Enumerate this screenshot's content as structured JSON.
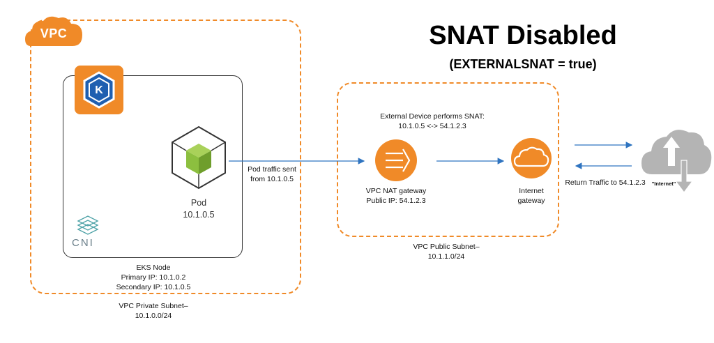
{
  "title": "SNAT Disabled",
  "subtitle": "(EXTERNALSNAT = true)",
  "vpc": {
    "label": "VPC"
  },
  "eks_node": {
    "name": "EKS Node",
    "primary_ip": "Primary IP: 10.1.0.2",
    "secondary_ip": "Secondary IP: 10.1.0.5"
  },
  "private_subnet": {
    "line1": "VPC Private Subnet–",
    "line2": "10.1.0.0/24"
  },
  "pod": {
    "label": "Pod",
    "ip": "10.1.0.5"
  },
  "cni": {
    "label": "CNI"
  },
  "traffic": {
    "line1": "Pod traffic sent",
    "line2": "from 10.1.0.5"
  },
  "external_device": {
    "line1": "External Device performs SNAT:",
    "line2": "10.1.0.5 <-> 54.1.2.3"
  },
  "nat_gateway": {
    "line1": "VPC NAT gateway",
    "line2": "Public IP: 54.1.2.3"
  },
  "internet_gateway": {
    "line1": "Internet",
    "line2": "gateway"
  },
  "public_subnet": {
    "line1": "VPC Public Subnet–",
    "line2": "10.1.1.0/24"
  },
  "return_traffic": {
    "label": "Return Traffic to 54.1.2.3"
  },
  "internet": {
    "label": "\"Internet\""
  },
  "colors": {
    "aws_orange": "#f08a28",
    "eks_orange": "#f08a28",
    "eks_blue": "#1f5fb0",
    "pod_green": "#8cbf3f",
    "arrow_blue": "#2f74c0",
    "cloud_gray": "#b4b4b4"
  },
  "icons": [
    "vpc-cloud-icon",
    "eks-icon",
    "pod-cube-icon",
    "cni-icon",
    "nat-gateway-icon",
    "internet-gateway-icon",
    "internet-cloud-icon"
  ]
}
